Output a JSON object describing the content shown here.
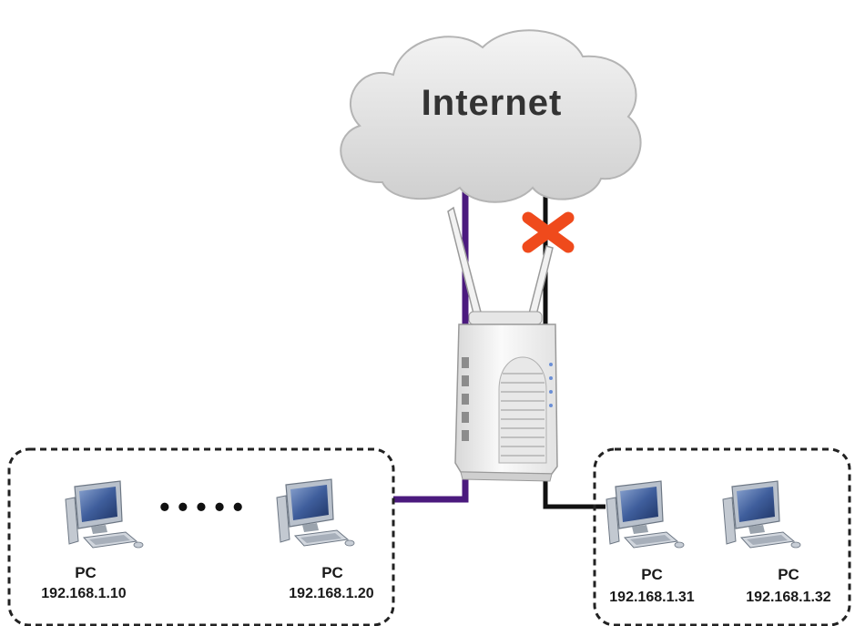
{
  "cloud": {
    "label": "Internet"
  },
  "links": {
    "active_color": "#4b1a7e",
    "failed_color": "#111111",
    "failure_marker_color": "#ef4a1c"
  },
  "groups": {
    "left": {
      "pcs": [
        {
          "name": "PC",
          "ip": "192.168.1.10"
        },
        {
          "name": "PC",
          "ip": "192.168.1.20"
        }
      ],
      "ellipsis": "• • • • •"
    },
    "right": {
      "pcs": [
        {
          "name": "PC",
          "ip": "192.168.1.31"
        },
        {
          "name": "PC",
          "ip": "192.168.1.32"
        }
      ]
    }
  }
}
